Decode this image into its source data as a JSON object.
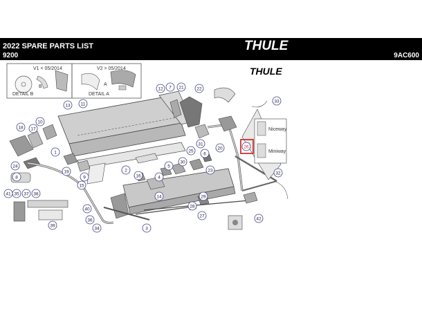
{
  "header": {
    "title": "2022 SPARE PARTS LIST",
    "model": "9200",
    "code": "9AC600",
    "logo": "THULE"
  },
  "brand_logo": "THULE",
  "detail_b": {
    "ref": "13",
    "sub": "11",
    "version": "V1 < 05/2014",
    "letter": "B",
    "caption": "DETAIL B"
  },
  "detail_a": {
    "ref": "13",
    "sub": "11",
    "version": "V2 > 05/2014",
    "letter": "A",
    "caption": "DETAIL A"
  },
  "labels": {
    "niceway": "Niceway",
    "miniway": "Miniway",
    "highlight": "26"
  },
  "parts": [
    "1",
    "2",
    "3",
    "4",
    "5",
    "6",
    "7",
    "8",
    "9",
    "10",
    "11",
    "12",
    "13",
    "14",
    "15",
    "16",
    "17",
    "18",
    "19",
    "20",
    "21",
    "22",
    "23",
    "24",
    "25",
    "26",
    "27",
    "28",
    "29",
    "30",
    "31",
    "32",
    "33",
    "34",
    "35",
    "36",
    "37",
    "38",
    "39",
    "40",
    "41",
    "42"
  ],
  "colors": {
    "highlight": "#d32f2f",
    "callout": "#3a3d8f",
    "line": "#333333"
  }
}
